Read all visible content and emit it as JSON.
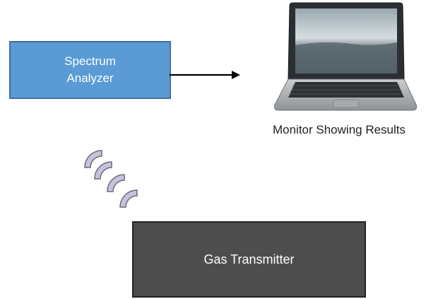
{
  "analyzer": {
    "label": "Spectrum\nAnalyzer"
  },
  "monitor": {
    "caption": "Monitor Showing Results"
  },
  "transmitter": {
    "label": "Gas Transmitter"
  },
  "colors": {
    "analyzer_fill": "#5b9bd5",
    "transmitter_fill": "#4d4d4d",
    "wave_fill": "#c9c1dc",
    "wave_stroke": "#6a6a7a",
    "arrow": "#000000"
  },
  "icons": {
    "laptop": "laptop-icon",
    "signal": "signal-waves-icon",
    "arrow": "arrow-right-icon"
  }
}
